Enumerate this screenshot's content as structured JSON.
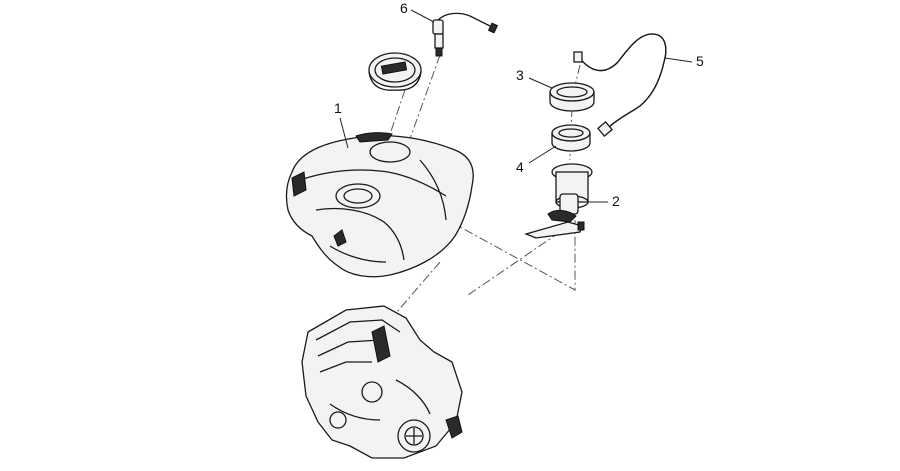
{
  "diagram": {
    "callouts": [
      {
        "id": "1",
        "label": "1"
      },
      {
        "id": "2",
        "label": "2"
      },
      {
        "id": "3",
        "label": "3"
      },
      {
        "id": "4",
        "label": "4"
      },
      {
        "id": "5",
        "label": "5"
      },
      {
        "id": "6",
        "label": "6"
      }
    ],
    "colors": {
      "line": "#1a1a1a",
      "fill_light": "#f3f3f3",
      "fill_dark": "#2a2a2a",
      "background": "#ffffff"
    }
  }
}
